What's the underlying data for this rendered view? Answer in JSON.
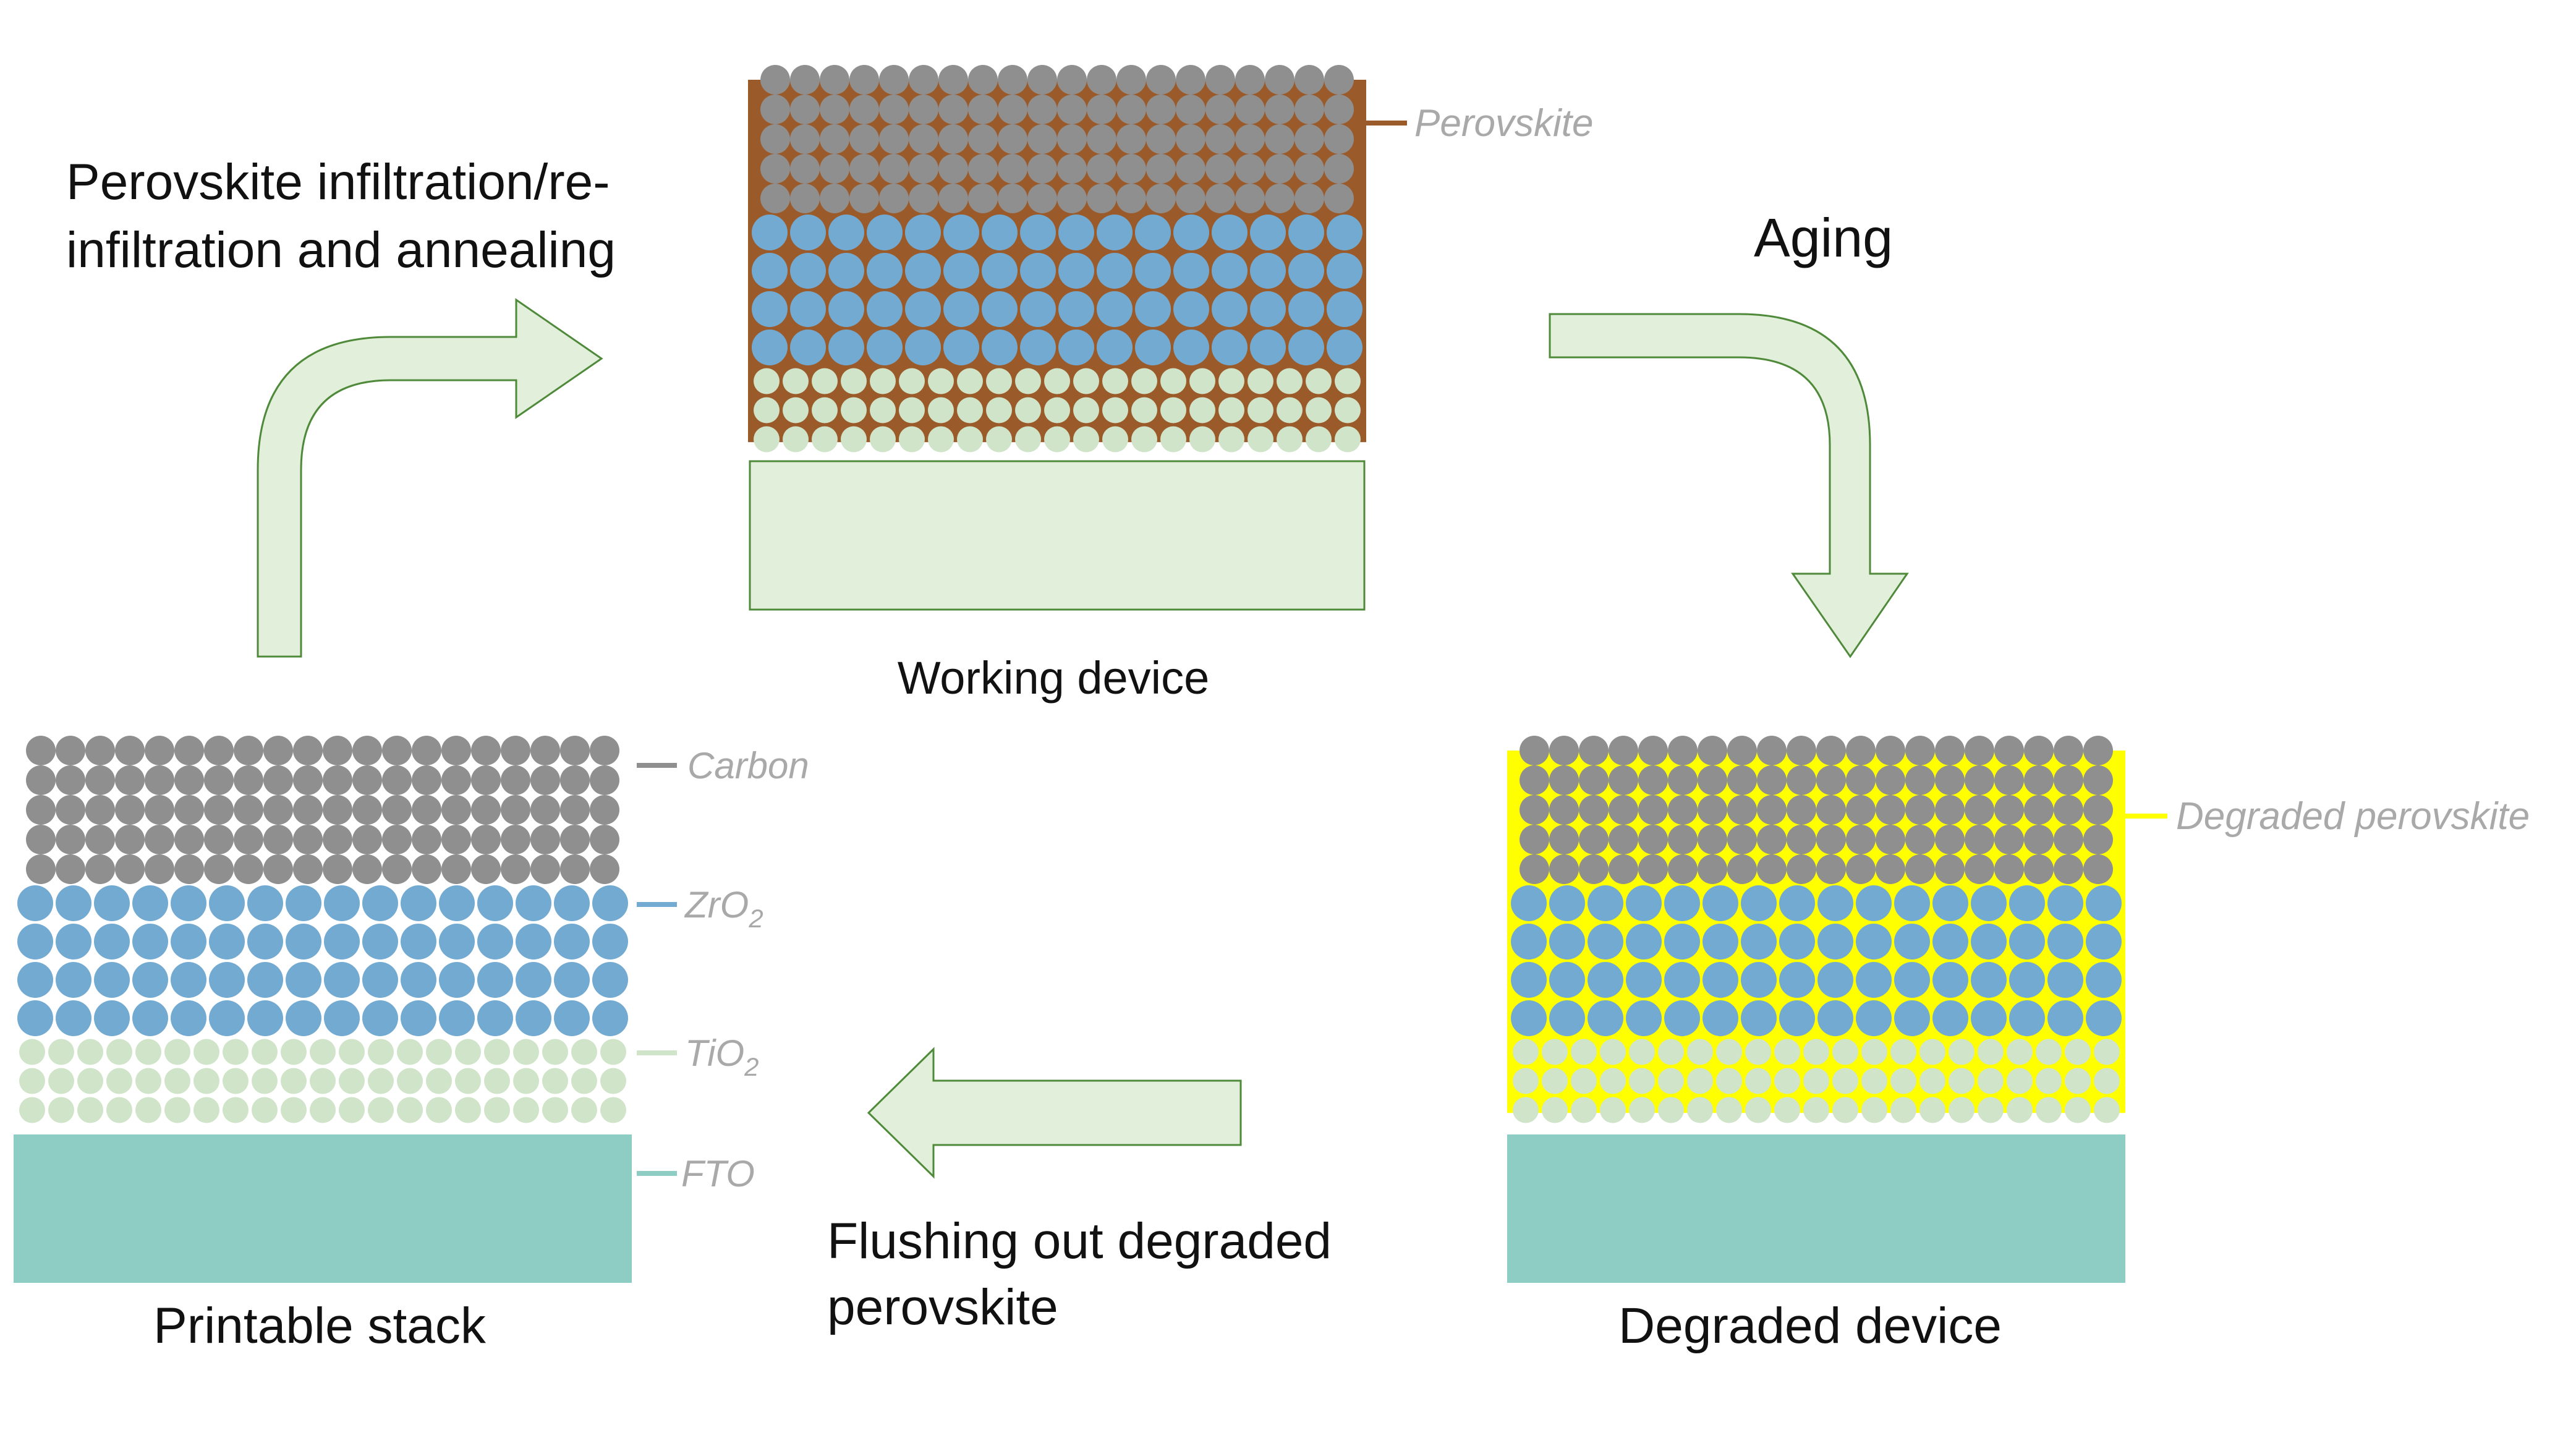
{
  "colors": {
    "carbon": "#8f8f8f",
    "zro2": "#72aad2",
    "tio2": "#cfe4c8",
    "fto": "#8ecdc4",
    "perovskite": "#9b5a2a",
    "degraded_perovskite": "#ffff00",
    "arrow_fill": "#e2efda",
    "arrow_stroke": "#4f8a3a",
    "label_grey": "#a9a9a9"
  },
  "stacks": {
    "printable": {
      "caption": "Printable stack",
      "labels": {
        "carbon": "Carbon",
        "zro2_base": "ZrO",
        "zro2_sub": "2",
        "tio2_base": "TiO",
        "tio2_sub": "2",
        "fto": "FTO"
      }
    },
    "working": {
      "caption": "Working device",
      "labels": {
        "perovskite": "Perovskite"
      }
    },
    "degraded": {
      "caption": "Degraded device",
      "labels": {
        "degraded_perovskite": "Degraded perovskite"
      }
    }
  },
  "process_steps": {
    "infiltration": {
      "line1": "Perovskite infiltration/re-",
      "line2": "infiltration and annealing"
    },
    "aging": {
      "line1": "Aging"
    },
    "flushing": {
      "line1": "Flushing out degraded",
      "line2": "perovskite"
    }
  },
  "icons": {
    "infiltration_arrow": "curved-arrow-up-right-icon",
    "aging_arrow": "curved-arrow-right-down-icon",
    "flushing_arrow": "arrow-left-icon"
  }
}
